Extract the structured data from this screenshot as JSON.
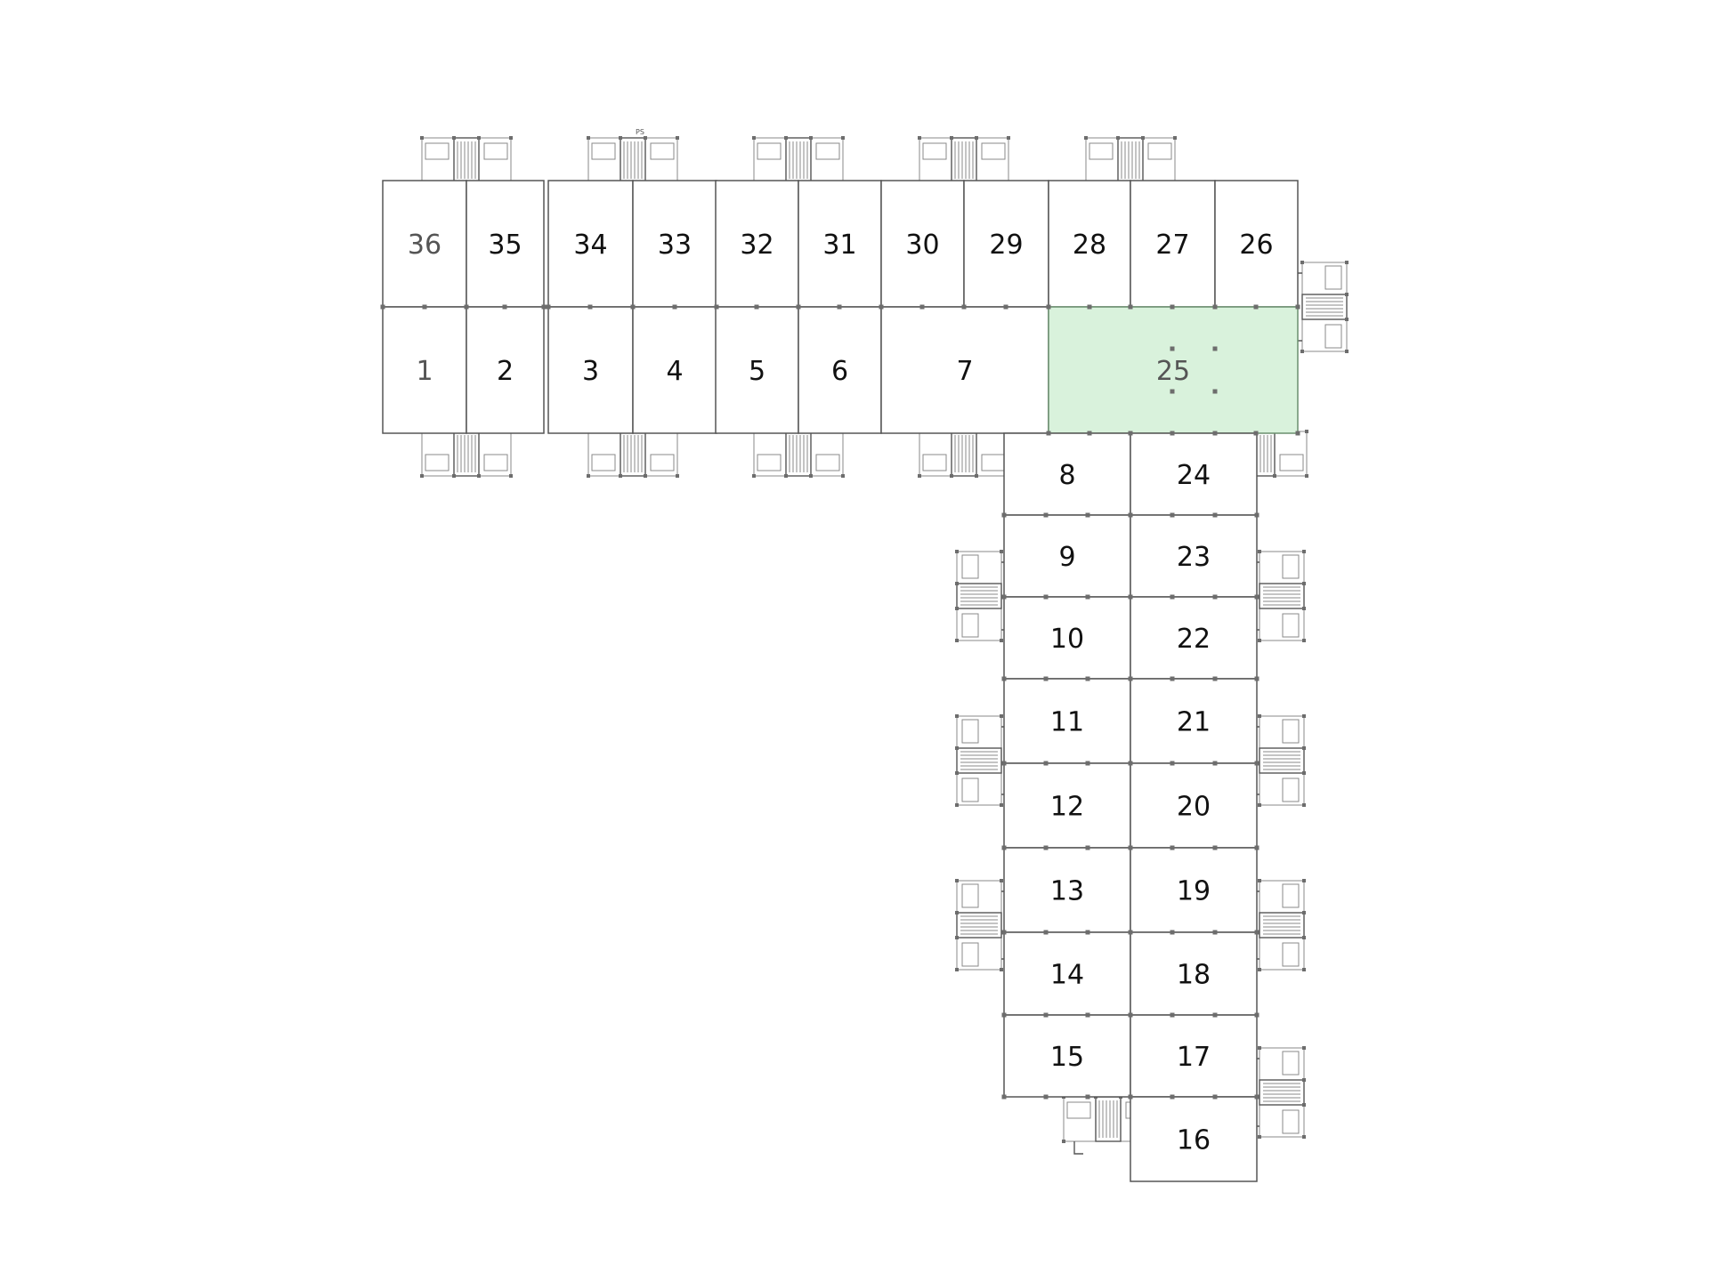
{
  "plan": {
    "selected_unit": "25",
    "selected_color": "#d9f2dc",
    "top_marker": "PS",
    "units": [
      {
        "id": "36",
        "label": "36"
      },
      {
        "id": "35",
        "label": "35"
      },
      {
        "id": "34",
        "label": "34"
      },
      {
        "id": "33",
        "label": "33"
      },
      {
        "id": "32",
        "label": "32"
      },
      {
        "id": "31",
        "label": "31"
      },
      {
        "id": "30",
        "label": "30"
      },
      {
        "id": "29",
        "label": "29"
      },
      {
        "id": "28",
        "label": "28"
      },
      {
        "id": "27",
        "label": "27"
      },
      {
        "id": "26",
        "label": "26"
      },
      {
        "id": "1",
        "label": "1"
      },
      {
        "id": "2",
        "label": "2"
      },
      {
        "id": "3",
        "label": "3"
      },
      {
        "id": "4",
        "label": "4"
      },
      {
        "id": "5",
        "label": "5"
      },
      {
        "id": "6",
        "label": "6"
      },
      {
        "id": "7",
        "label": "7"
      },
      {
        "id": "25",
        "label": "25"
      },
      {
        "id": "8",
        "label": "8"
      },
      {
        "id": "24",
        "label": "24"
      },
      {
        "id": "9",
        "label": "9"
      },
      {
        "id": "23",
        "label": "23"
      },
      {
        "id": "10",
        "label": "10"
      },
      {
        "id": "22",
        "label": "22"
      },
      {
        "id": "11",
        "label": "11"
      },
      {
        "id": "21",
        "label": "21"
      },
      {
        "id": "12",
        "label": "12"
      },
      {
        "id": "20",
        "label": "20"
      },
      {
        "id": "13",
        "label": "13"
      },
      {
        "id": "19",
        "label": "19"
      },
      {
        "id": "14",
        "label": "14"
      },
      {
        "id": "18",
        "label": "18"
      },
      {
        "id": "15",
        "label": "15"
      },
      {
        "id": "17",
        "label": "17"
      },
      {
        "id": "16",
        "label": "16"
      }
    ]
  }
}
